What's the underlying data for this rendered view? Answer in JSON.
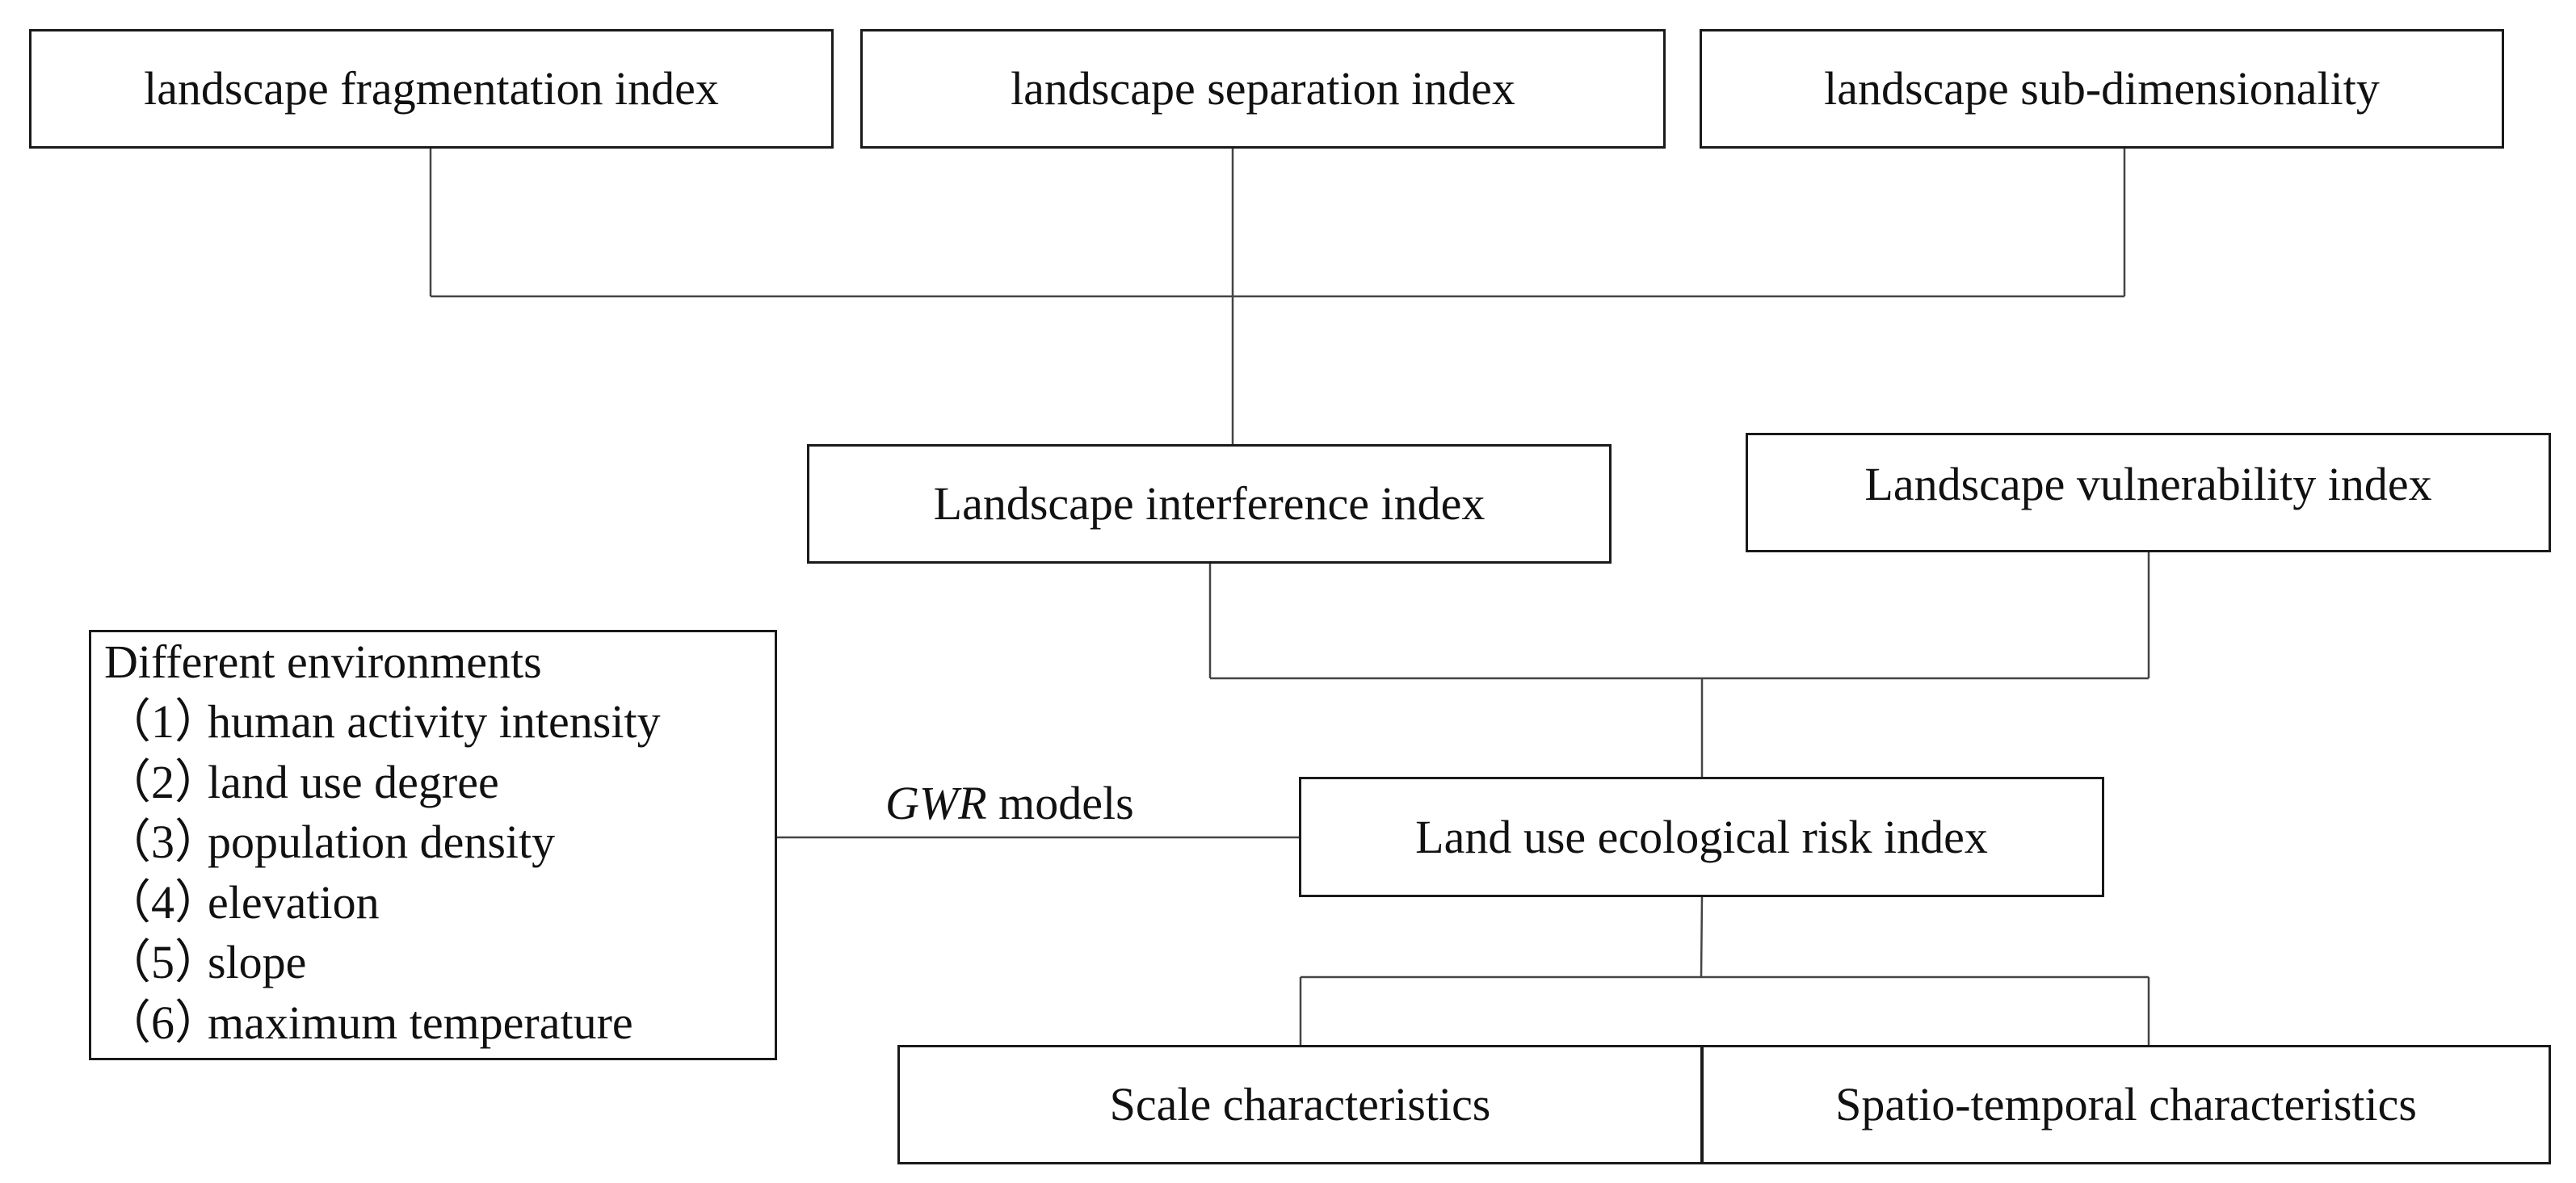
{
  "top_indices": {
    "fragmentation": "landscape fragmentation index",
    "separation": "landscape separation index",
    "sub_dimensionality": "landscape sub-dimensionality"
  },
  "middle": {
    "interference": "Landscape interference index",
    "vulnerability": "Landscape vulnerability index"
  },
  "risk_index": "Land use ecological risk index",
  "outputs": {
    "scale": "Scale characteristics",
    "spatio_temporal": "Spatio-temporal characteristics"
  },
  "environments": {
    "title": "Different environments",
    "items": [
      {
        "num": "（1）",
        "text": "human activity intensity"
      },
      {
        "num": "（2）",
        "text": "land use degree"
      },
      {
        "num": "（3）",
        "text": "population density"
      },
      {
        "num": "（4）",
        "text": "elevation"
      },
      {
        "num": "（5）",
        "text": "slope"
      },
      {
        "num": "（6）",
        "text": "maximum temperature"
      }
    ]
  },
  "gwr": {
    "italic": "GWR",
    "rest": " models"
  },
  "colors": {
    "line": "#1a1a1a",
    "background": "#ffffff"
  }
}
